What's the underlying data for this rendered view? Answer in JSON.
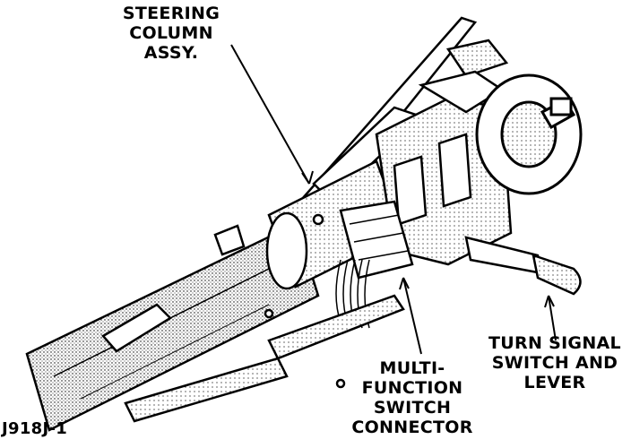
{
  "figure_id": "J918J-1",
  "labels": {
    "steering_column": [
      "STEERING",
      "COLUMN",
      "ASSY."
    ],
    "turn_signal": [
      "TURN SIGNAL",
      "SWITCH AND",
      "LEVER"
    ],
    "multi_function": [
      "MULTI-",
      "FUNCTION",
      "SWITCH",
      "CONNECTOR"
    ]
  },
  "colors": {
    "ink": "#000000",
    "paper": "#ffffff",
    "shade": "#bdbdbd"
  }
}
